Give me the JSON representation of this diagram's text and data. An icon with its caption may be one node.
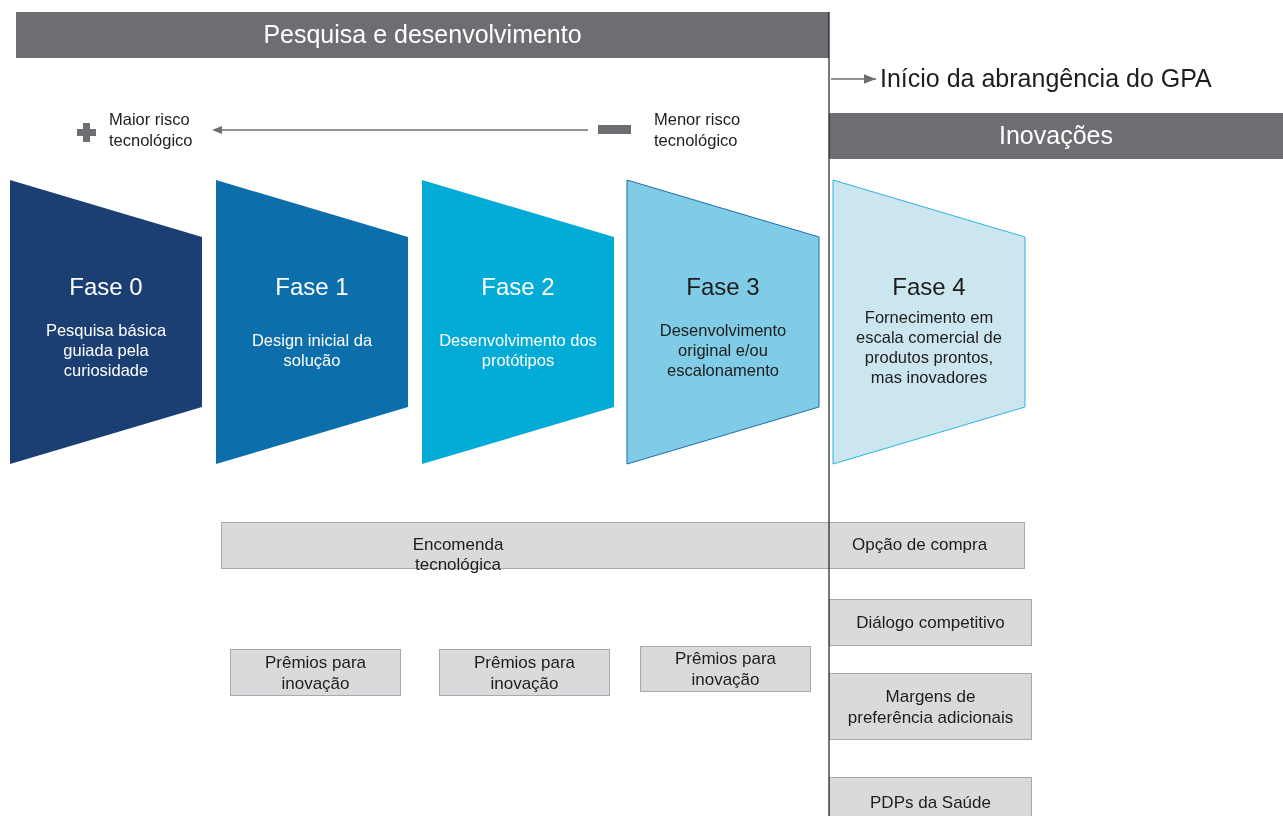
{
  "diagram": {
    "nodes": [
      {
        "text": [
          "Pesquisa e desenvolvimento"
        ]
      },
      {
        "text": [
          "Início da abrangência do GPA"
        ]
      },
      {
        "text": [
          "Inovações"
        ]
      },
      {
        "text": [
          "Fase 0",
          "Pesquisa básica guiada pela curiosidade"
        ]
      },
      {
        "text": [
          "Fase 1",
          "Design inicial da solução"
        ]
      },
      {
        "text": [
          "Fase 2",
          "Desenvolvimento dos protótipos"
        ]
      },
      {
        "text": [
          "Fase 3",
          "Desenvolvimento original e/ou escalonamento"
        ]
      },
      {
        "text": [
          "Fase 4",
          "Fornecimento em escala comercial de produtos prontos, mas inovadores"
        ]
      },
      {
        "text": [
          "Encomenda tecnológica",
          "Opção de compra"
        ]
      },
      {
        "text": [
          "Prêmios para inovação"
        ]
      },
      {
        "text": [
          "Prêmios para inovação"
        ]
      },
      {
        "text": [
          "Prêmios para inovação"
        ]
      },
      {
        "text": [
          "Diálogo competitivo"
        ]
      },
      {
        "text": [
          "Margens de preferência adicionais"
        ]
      },
      {
        "text": [
          "PDPs da Saúde"
        ]
      }
    ],
    "edges": [
      {
        "from": null,
        "to": 1,
        "arrow": "to"
      }
    ],
    "labels": [
      "Maior risco tecnológico",
      "Menor risco tecnológico"
    ]
  }
}
